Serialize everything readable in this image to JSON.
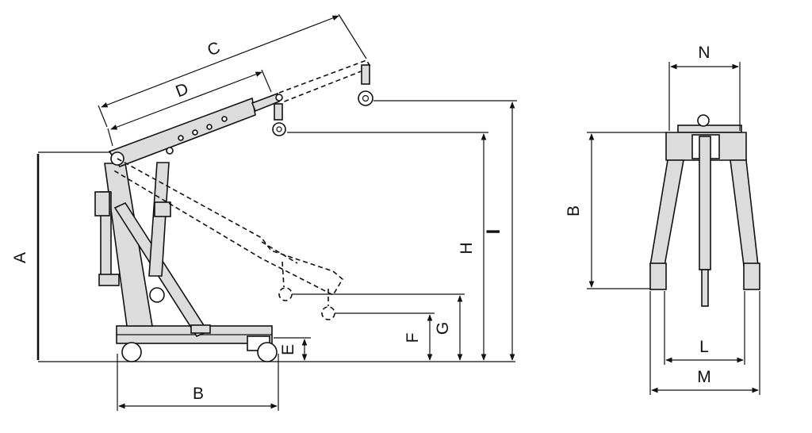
{
  "labels": {
    "A": "A",
    "B": "B",
    "C": "C",
    "D": "D",
    "E": "E",
    "F": "F",
    "G": "G",
    "H": "H",
    "I": "I",
    "B_front": "B",
    "L": "L",
    "M": "M",
    "N": "N"
  }
}
